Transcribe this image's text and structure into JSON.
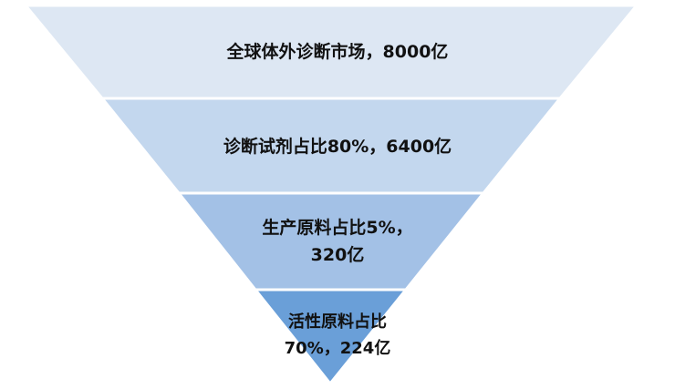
{
  "funnel": {
    "levels": [
      {
        "lines": [
          "全球体外诊断市场，8000亿"
        ],
        "color": "#dde7f3"
      },
      {
        "lines": [
          "诊断试剂占比80%，6400亿"
        ],
        "color": "#c3d7ee"
      },
      {
        "lines": [
          "生产原料占比5%，",
          "320亿"
        ],
        "color": "#a3c1e6"
      },
      {
        "lines": [
          "活性原料占比",
          "70%，224亿"
        ],
        "color": "#6a9fd8"
      }
    ]
  }
}
